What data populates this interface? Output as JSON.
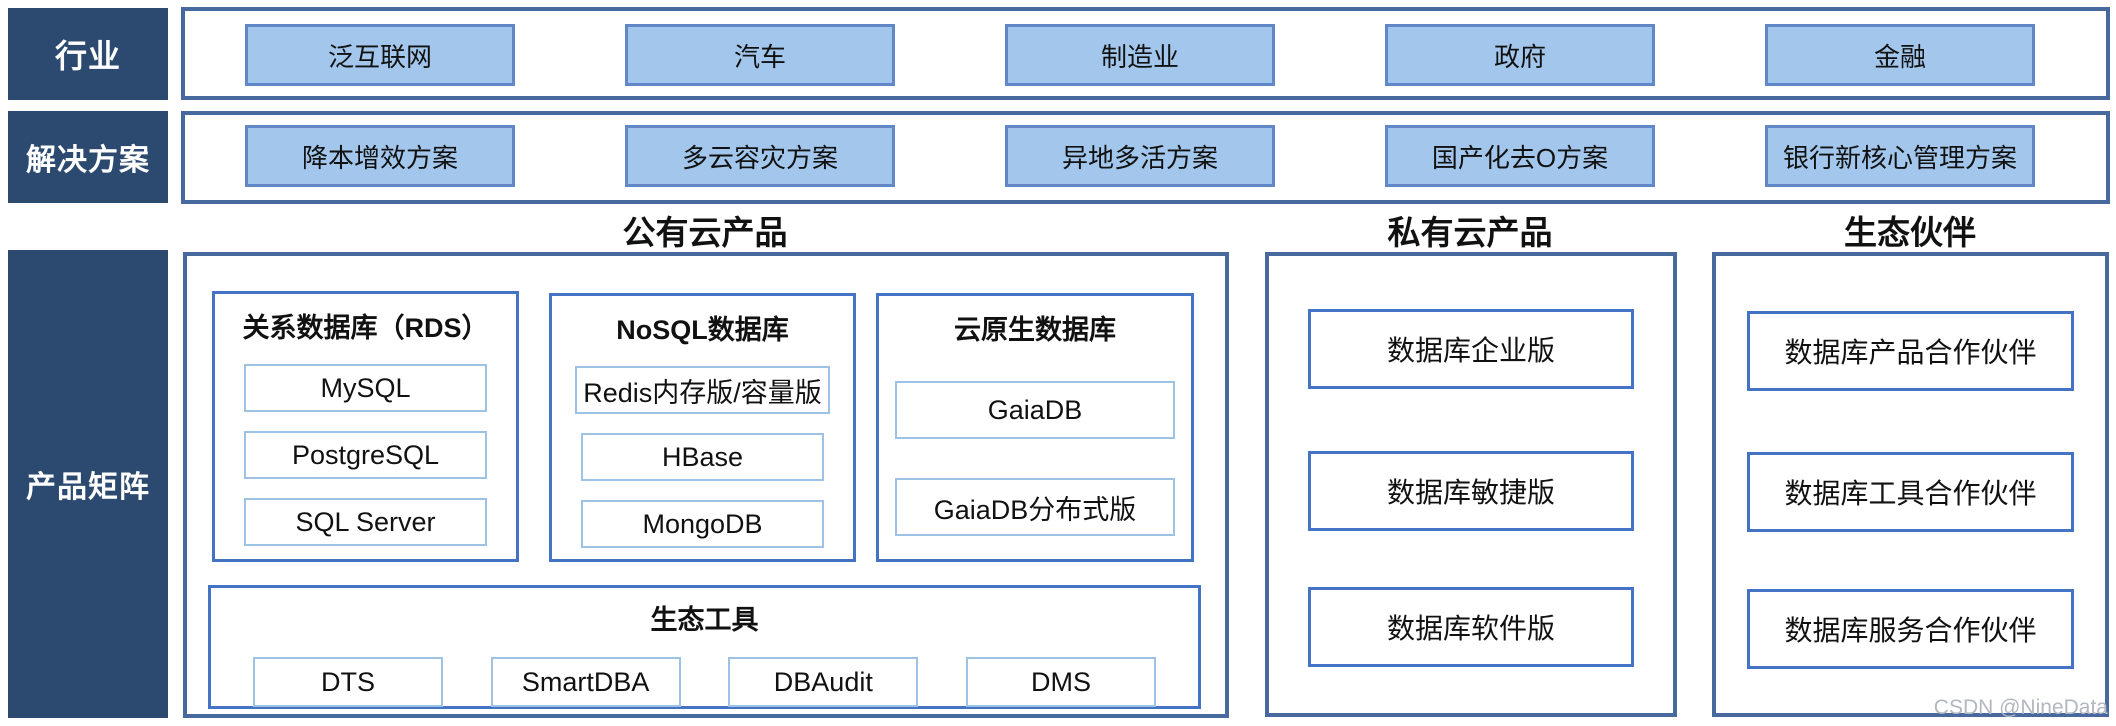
{
  "colors": {
    "navy": "#2C4A70",
    "button_fill": "#A3C7EC",
    "button_border": "#6287C6",
    "container_border": "#47699E",
    "group_border": "#4472C4",
    "item_border": "#9CC3E5",
    "watermark_color": "#B3B7BF"
  },
  "industry_row": {
    "label": "行业",
    "items": [
      "泛互联网",
      "汽车",
      "制造业",
      "政府",
      "金融"
    ]
  },
  "solution_row": {
    "label": "解决方案",
    "items": [
      "降本增效方案",
      "多云容灾方案",
      "异地多活方案",
      "国产化去O方案",
      "银行新核心管理方案"
    ]
  },
  "matrix": {
    "label": "产品矩阵",
    "public_cloud": {
      "header": "公有云产品",
      "groups": [
        {
          "title": "关系数据库（RDS）",
          "items": [
            "MySQL",
            "PostgreSQL",
            "SQL Server"
          ]
        },
        {
          "title": "NoSQL数据库",
          "items": [
            "Redis内存版/容量版",
            "HBase",
            "MongoDB"
          ]
        },
        {
          "title": "云原生数据库",
          "items": [
            "GaiaDB",
            "GaiaDB分布式版"
          ]
        }
      ],
      "tools": {
        "title": "生态工具",
        "items": [
          "DTS",
          "SmartDBA",
          "DBAudit",
          "DMS"
        ]
      }
    },
    "private_cloud": {
      "header": "私有云产品",
      "items": [
        "数据库企业版",
        "数据库敏捷版",
        "数据库软件版"
      ]
    },
    "ecosystem": {
      "header": "生态伙伴",
      "items": [
        "数据库产品合作伙伴",
        "数据库工具合作伙伴",
        "数据库服务合作伙伴"
      ]
    }
  },
  "watermark": "CSDN @NineData"
}
